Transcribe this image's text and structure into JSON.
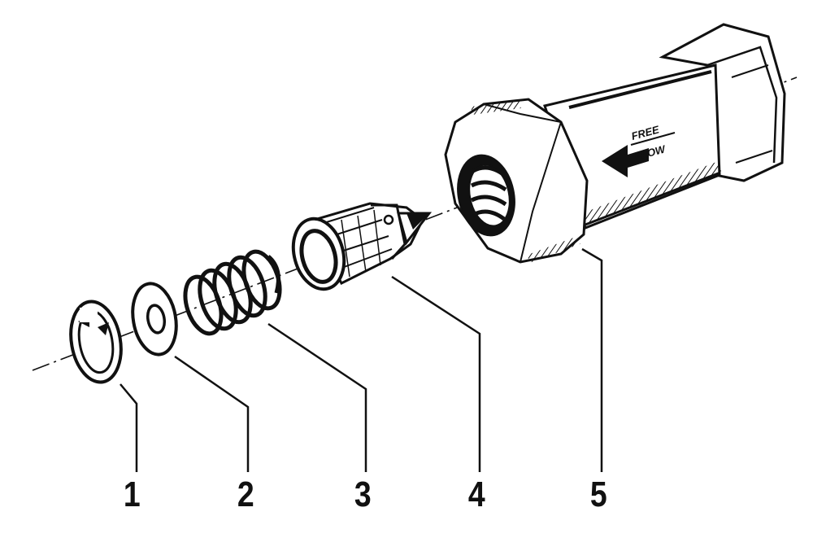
{
  "diagram": {
    "parts": [
      {
        "number": "1",
        "icon": "retaining-ring-icon"
      },
      {
        "number": "2",
        "icon": "washer-icon"
      },
      {
        "number": "3",
        "icon": "spring-icon"
      },
      {
        "number": "4",
        "icon": "poppet-icon"
      },
      {
        "number": "5",
        "icon": "valve-body-icon"
      }
    ],
    "body_marking": {
      "line1": "FREE",
      "line2": "FLOW"
    },
    "colors": {
      "ink": "#111111",
      "paper": "#ffffff"
    }
  }
}
